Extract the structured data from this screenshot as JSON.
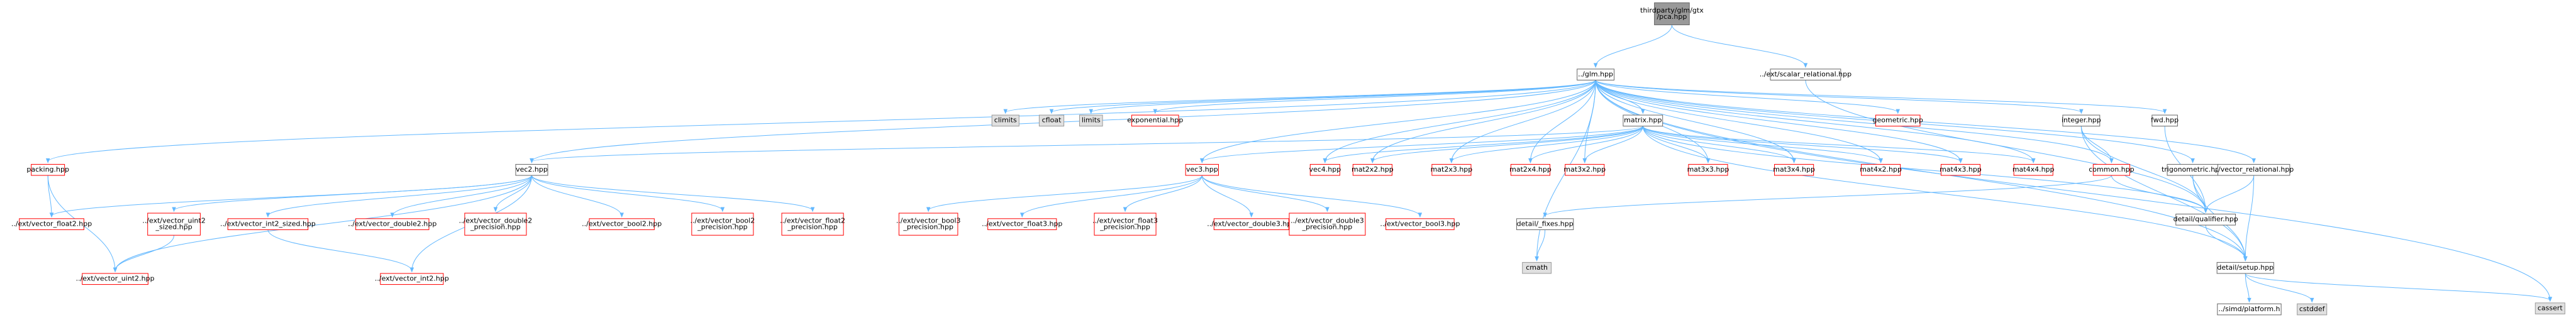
{
  "colors": {
    "root_fill": "#999999",
    "root_stroke": "#666666",
    "normal_fill": "#ffffff",
    "normal_stroke": "#666666",
    "missing_stroke": "#ff0000",
    "system_fill": "#e0e0e0",
    "system_stroke": "#999999",
    "edge": "#63b8ff"
  },
  "nodes": [
    {
      "id": "root",
      "lines": [
        "thirdparty/glm/gtx",
        "/pca.hpp"
      ],
      "kind": "root"
    },
    {
      "id": "glm",
      "lines": [
        "../glm.hpp"
      ],
      "kind": "normal"
    },
    {
      "id": "scalar_relational",
      "lines": [
        "../ext/scalar_relational.hpp"
      ],
      "kind": "normal"
    },
    {
      "id": "climits",
      "lines": [
        "climits"
      ],
      "kind": "system"
    },
    {
      "id": "cfloat",
      "lines": [
        "cfloat"
      ],
      "kind": "system"
    },
    {
      "id": "limits",
      "lines": [
        "limits"
      ],
      "kind": "system"
    },
    {
      "id": "exponential",
      "lines": [
        "exponential.hpp"
      ],
      "kind": "missing"
    },
    {
      "id": "geometric",
      "lines": [
        "geometric.hpp"
      ],
      "kind": "missing"
    },
    {
      "id": "matrix",
      "lines": [
        "matrix.hpp"
      ],
      "kind": "normal"
    },
    {
      "id": "integer",
      "lines": [
        "integer.hpp"
      ],
      "kind": "normal"
    },
    {
      "id": "fwd",
      "lines": [
        "fwd.hpp"
      ],
      "kind": "normal"
    },
    {
      "id": "packing",
      "lines": [
        "packing.hpp"
      ],
      "kind": "missing"
    },
    {
      "id": "vec2",
      "lines": [
        "vec2.hpp"
      ],
      "kind": "normal"
    },
    {
      "id": "vec3",
      "lines": [
        "vec3.hpp"
      ],
      "kind": "missing"
    },
    {
      "id": "vec4",
      "lines": [
        "vec4.hpp"
      ],
      "kind": "missing"
    },
    {
      "id": "mat2x2",
      "lines": [
        "mat2x2.hpp"
      ],
      "kind": "missing"
    },
    {
      "id": "mat2x3",
      "lines": [
        "mat2x3.hpp"
      ],
      "kind": "missing"
    },
    {
      "id": "mat2x4",
      "lines": [
        "mat2x4.hpp"
      ],
      "kind": "missing"
    },
    {
      "id": "mat3x2",
      "lines": [
        "mat3x2.hpp"
      ],
      "kind": "missing"
    },
    {
      "id": "mat3x3",
      "lines": [
        "mat3x3.hpp"
      ],
      "kind": "missing"
    },
    {
      "id": "mat3x4",
      "lines": [
        "mat3x4.hpp"
      ],
      "kind": "missing"
    },
    {
      "id": "mat4x2",
      "lines": [
        "mat4x2.hpp"
      ],
      "kind": "missing"
    },
    {
      "id": "mat4x3",
      "lines": [
        "mat4x3.hpp"
      ],
      "kind": "missing"
    },
    {
      "id": "mat4x4",
      "lines": [
        "mat4x4.hpp"
      ],
      "kind": "missing"
    },
    {
      "id": "common",
      "lines": [
        "common.hpp"
      ],
      "kind": "missing"
    },
    {
      "id": "trigonometric",
      "lines": [
        "trigonometric.hpp"
      ],
      "kind": "normal"
    },
    {
      "id": "vector_relational",
      "lines": [
        "../vector_relational.hpp"
      ],
      "kind": "normal"
    },
    {
      "id": "qualifier",
      "lines": [
        "detail/qualifier.hpp"
      ],
      "kind": "normal"
    },
    {
      "id": "setup",
      "lines": [
        "detail/setup.hpp"
      ],
      "kind": "normal"
    },
    {
      "id": "cassert",
      "lines": [
        "cassert"
      ],
      "kind": "system"
    },
    {
      "id": "vector_float2",
      "lines": [
        "../ext/vector_float2.hpp"
      ],
      "kind": "missing"
    },
    {
      "id": "vector_uint2_sized",
      "lines": [
        "../ext/vector_uint2",
        "_sized.hpp"
      ],
      "kind": "missing"
    },
    {
      "id": "vector_int2_sized",
      "lines": [
        "../ext/vector_int2_sized.hpp"
      ],
      "kind": "missing"
    },
    {
      "id": "vector_double2",
      "lines": [
        "../ext/vector_double2.hpp"
      ],
      "kind": "missing"
    },
    {
      "id": "vector_double2_precision",
      "lines": [
        "../ext/vector_double2",
        "_precision.hpp"
      ],
      "kind": "missing"
    },
    {
      "id": "vector_bool2",
      "lines": [
        "../ext/vector_bool2.hpp"
      ],
      "kind": "missing"
    },
    {
      "id": "vector_bool2_precision",
      "lines": [
        "../ext/vector_bool2",
        "_precision.hpp"
      ],
      "kind": "missing"
    },
    {
      "id": "vector_float2_precision",
      "lines": [
        "../ext/vector_float2",
        "_precision.hpp"
      ],
      "kind": "missing"
    },
    {
      "id": "vector_uint2",
      "lines": [
        "../ext/vector_uint2.hpp"
      ],
      "kind": "missing"
    },
    {
      "id": "vector_int2",
      "lines": [
        "../ext/vector_int2.hpp"
      ],
      "kind": "missing"
    },
    {
      "id": "vector_bool3_precision",
      "lines": [
        "../ext/vector_bool3",
        "_precision.hpp"
      ],
      "kind": "missing"
    },
    {
      "id": "vector_float3",
      "lines": [
        "../ext/vector_float3.hpp"
      ],
      "kind": "missing"
    },
    {
      "id": "vector_float3_precision",
      "lines": [
        "../ext/vector_float3",
        "_precision.hpp"
      ],
      "kind": "missing"
    },
    {
      "id": "vector_double3",
      "lines": [
        "../ext/vector_double3.hpp"
      ],
      "kind": "missing"
    },
    {
      "id": "vector_double3_precision",
      "lines": [
        "../ext/vector_double3",
        "_precision.hpp"
      ],
      "kind": "missing"
    },
    {
      "id": "vector_bool3",
      "lines": [
        "../ext/vector_bool3.hpp"
      ],
      "kind": "missing"
    },
    {
      "id": "_fixes",
      "lines": [
        "detail/_fixes.hpp"
      ],
      "kind": "normal"
    },
    {
      "id": "cmath",
      "lines": [
        "cmath"
      ],
      "kind": "system"
    },
    {
      "id": "platform",
      "lines": [
        "../simd/platform.h"
      ],
      "kind": "normal"
    },
    {
      "id": "cstddef",
      "lines": [
        "cstddef"
      ],
      "kind": "system"
    }
  ],
  "edges": [
    [
      "root",
      "glm"
    ],
    [
      "root",
      "scalar_relational"
    ],
    [
      "glm",
      "climits"
    ],
    [
      "glm",
      "cfloat"
    ],
    [
      "glm",
      "limits"
    ],
    [
      "glm",
      "exponential"
    ],
    [
      "glm",
      "geometric"
    ],
    [
      "glm",
      "matrix"
    ],
    [
      "glm",
      "integer"
    ],
    [
      "glm",
      "fwd"
    ],
    [
      "glm",
      "packing"
    ],
    [
      "glm",
      "vec2"
    ],
    [
      "glm",
      "vec3"
    ],
    [
      "glm",
      "vec4"
    ],
    [
      "glm",
      "mat2x2"
    ],
    [
      "glm",
      "mat2x3"
    ],
    [
      "glm",
      "mat2x4"
    ],
    [
      "glm",
      "mat3x2"
    ],
    [
      "glm",
      "mat3x3"
    ],
    [
      "glm",
      "mat3x4"
    ],
    [
      "glm",
      "mat4x2"
    ],
    [
      "glm",
      "mat4x3"
    ],
    [
      "glm",
      "mat4x4"
    ],
    [
      "glm",
      "common"
    ],
    [
      "glm",
      "trigonometric"
    ],
    [
      "glm",
      "vector_relational"
    ],
    [
      "glm",
      "setup"
    ],
    [
      "glm",
      "cassert"
    ],
    [
      "glm",
      "cmath"
    ],
    [
      "scalar_relational",
      "qualifier"
    ],
    [
      "matrix",
      "vec2"
    ],
    [
      "matrix",
      "vec3"
    ],
    [
      "matrix",
      "vec4"
    ],
    [
      "matrix",
      "mat2x2"
    ],
    [
      "matrix",
      "mat2x3"
    ],
    [
      "matrix",
      "mat2x4"
    ],
    [
      "matrix",
      "mat3x2"
    ],
    [
      "matrix",
      "mat3x3"
    ],
    [
      "matrix",
      "mat3x4"
    ],
    [
      "matrix",
      "mat4x2"
    ],
    [
      "matrix",
      "mat4x3"
    ],
    [
      "matrix",
      "mat4x4"
    ],
    [
      "matrix",
      "qualifier"
    ],
    [
      "matrix",
      "setup"
    ],
    [
      "integer",
      "common"
    ],
    [
      "integer",
      "qualifier"
    ],
    [
      "integer",
      "setup"
    ],
    [
      "fwd",
      "qualifier"
    ],
    [
      "packing",
      "vector_float2"
    ],
    [
      "packing",
      "vector_uint2"
    ],
    [
      "vec2",
      "vector_float2"
    ],
    [
      "vec2",
      "vector_uint2_sized"
    ],
    [
      "vec2",
      "vector_int2_sized"
    ],
    [
      "vec2",
      "vector_double2"
    ],
    [
      "vec2",
      "vector_double2_precision"
    ],
    [
      "vec2",
      "vector_bool2"
    ],
    [
      "vec2",
      "vector_bool2_precision"
    ],
    [
      "vec2",
      "vector_float2_precision"
    ],
    [
      "vec2",
      "vector_uint2"
    ],
    [
      "vec2",
      "vector_int2"
    ],
    [
      "vector_uint2_sized",
      "vector_uint2"
    ],
    [
      "vector_int2_sized",
      "vector_int2"
    ],
    [
      "vec3",
      "vector_bool3_precision"
    ],
    [
      "vec3",
      "vector_float3"
    ],
    [
      "vec3",
      "vector_float3_precision"
    ],
    [
      "vec3",
      "vector_double3"
    ],
    [
      "vec3",
      "vector_double3_precision"
    ],
    [
      "vec3",
      "vector_bool3"
    ],
    [
      "common",
      "_fixes"
    ],
    [
      "common",
      "qualifier"
    ],
    [
      "trigonometric",
      "qualifier"
    ],
    [
      "trigonometric",
      "setup"
    ],
    [
      "vector_relational",
      "qualifier"
    ],
    [
      "vector_relational",
      "setup"
    ],
    [
      "qualifier",
      "setup"
    ],
    [
      "_fixes",
      "cmath"
    ],
    [
      "setup",
      "cassert"
    ],
    [
      "setup",
      "platform"
    ],
    [
      "setup",
      "cstddef"
    ]
  ]
}
